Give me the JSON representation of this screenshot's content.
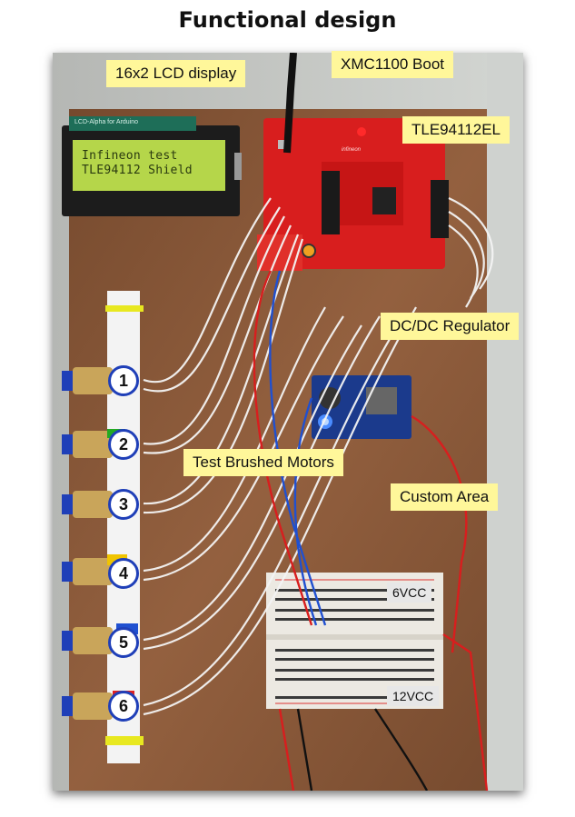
{
  "title": "Functional design",
  "lcd": {
    "line1": "Infineon test",
    "line2": "TLE94112 Shield",
    "board_label": "LCD-Alpha for Arduino"
  },
  "callouts": {
    "lcd_display": "16x2 LCD display",
    "boot": "XMC1100 Boot",
    "driver": "TLE94112EL",
    "regulator": "DC/DC Regulator",
    "motors": "Test Brushed Motors",
    "custom_area": "Custom Area"
  },
  "voltages": {
    "low": "6VCC",
    "high": "12VCC"
  },
  "motor_numbers": [
    "1",
    "2",
    "3",
    "4",
    "5",
    "6"
  ],
  "board_brand": "infineon",
  "colors": {
    "callout_bg": "#fff79a",
    "motor_badge_border": "#1f3fb8",
    "pcb_red": "#d81e1e",
    "lcd_green": "#b5d64a"
  }
}
